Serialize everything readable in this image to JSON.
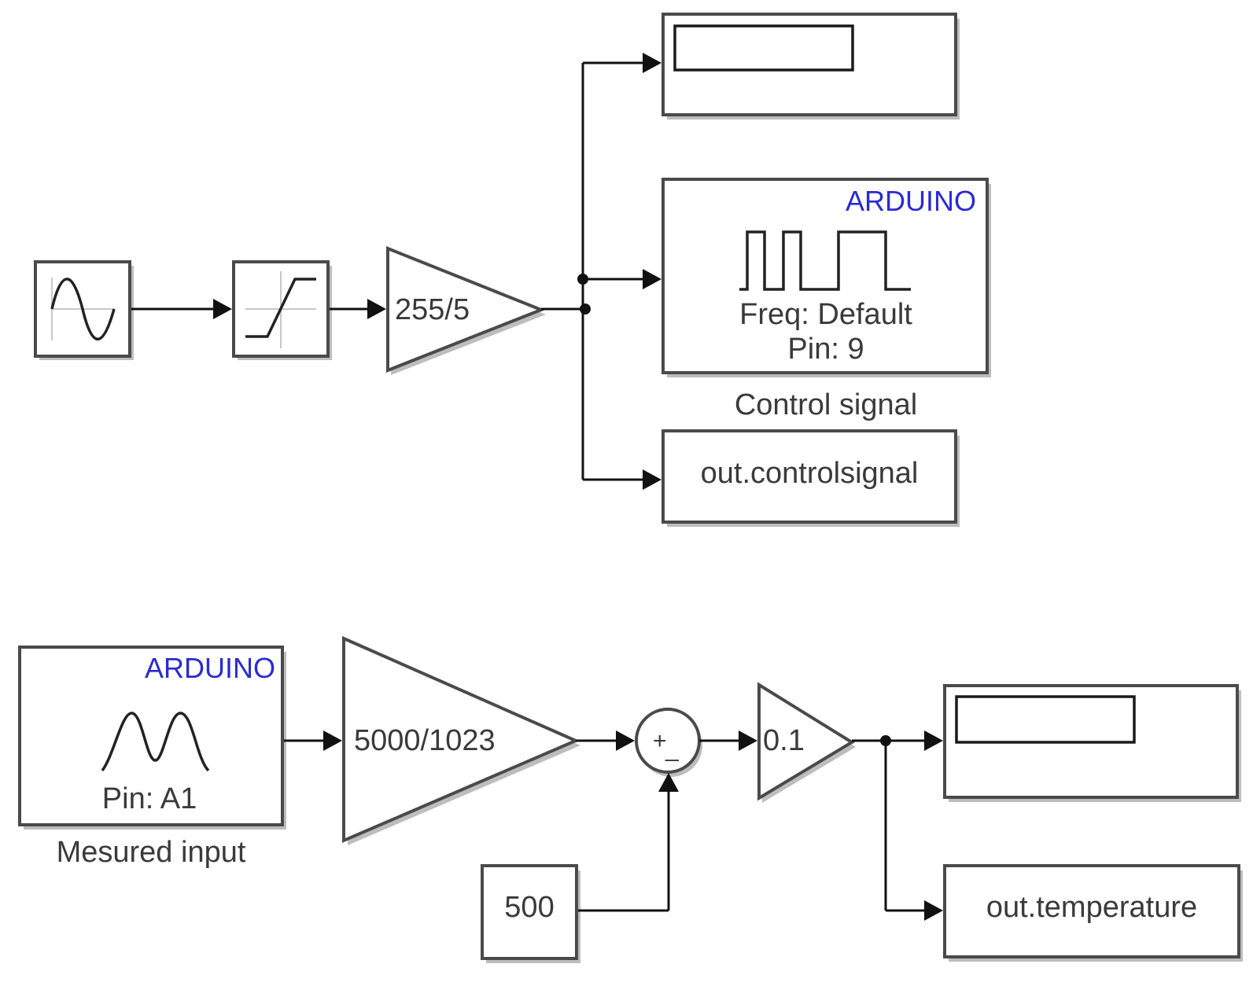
{
  "blocks": {
    "gain1": {
      "label": "255/5"
    },
    "pwm": {
      "brand": "ARDUINO",
      "freq": "Freq: Default",
      "pin": "Pin: 9",
      "caption": "Control signal"
    },
    "out_control": {
      "label": "out.controlsignal"
    },
    "analog_in": {
      "brand": "ARDUINO",
      "pin": "Pin: A1",
      "caption": "Mesured input"
    },
    "gain2": {
      "label": "5000/1023"
    },
    "sum": {
      "signs_plus": "+",
      "signs_minus": "_"
    },
    "gain3": {
      "label": "0.1"
    },
    "constant": {
      "label": "500"
    },
    "out_temp": {
      "label": "out.temperature"
    }
  },
  "colors": {
    "arduino_brand": "#2a2ad6",
    "block_border": "#4a4a4a",
    "wire": "#111111"
  }
}
